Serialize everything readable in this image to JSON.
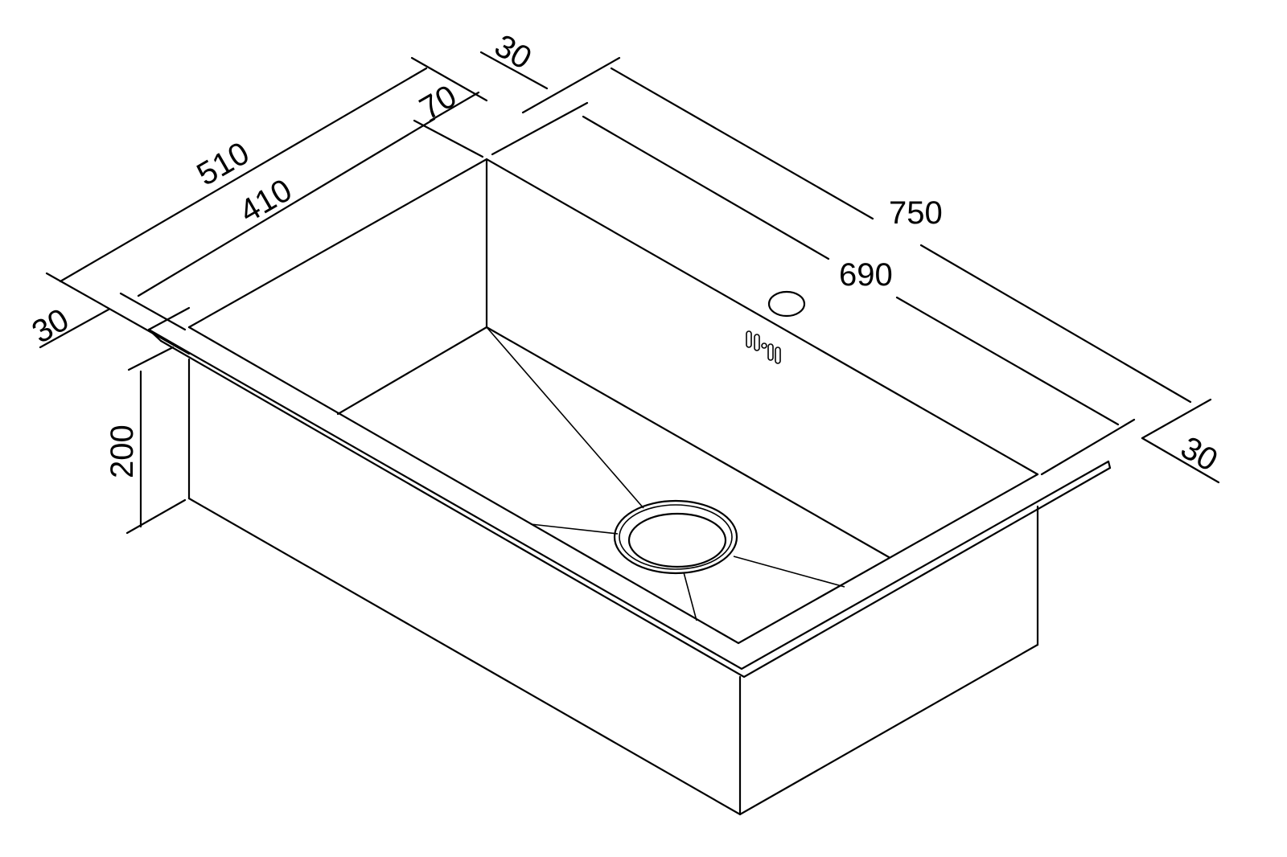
{
  "title": "Sink dimension drawing",
  "dimensions": {
    "overall_length": "750",
    "bowl_length": "690",
    "overall_width": "510",
    "bowl_width": "410",
    "back_deck": "70",
    "top_margin_back": "30",
    "left_margin": "30",
    "right_margin": "30",
    "depth": "200"
  },
  "colors": {
    "line": "#000000",
    "background": "#ffffff"
  }
}
